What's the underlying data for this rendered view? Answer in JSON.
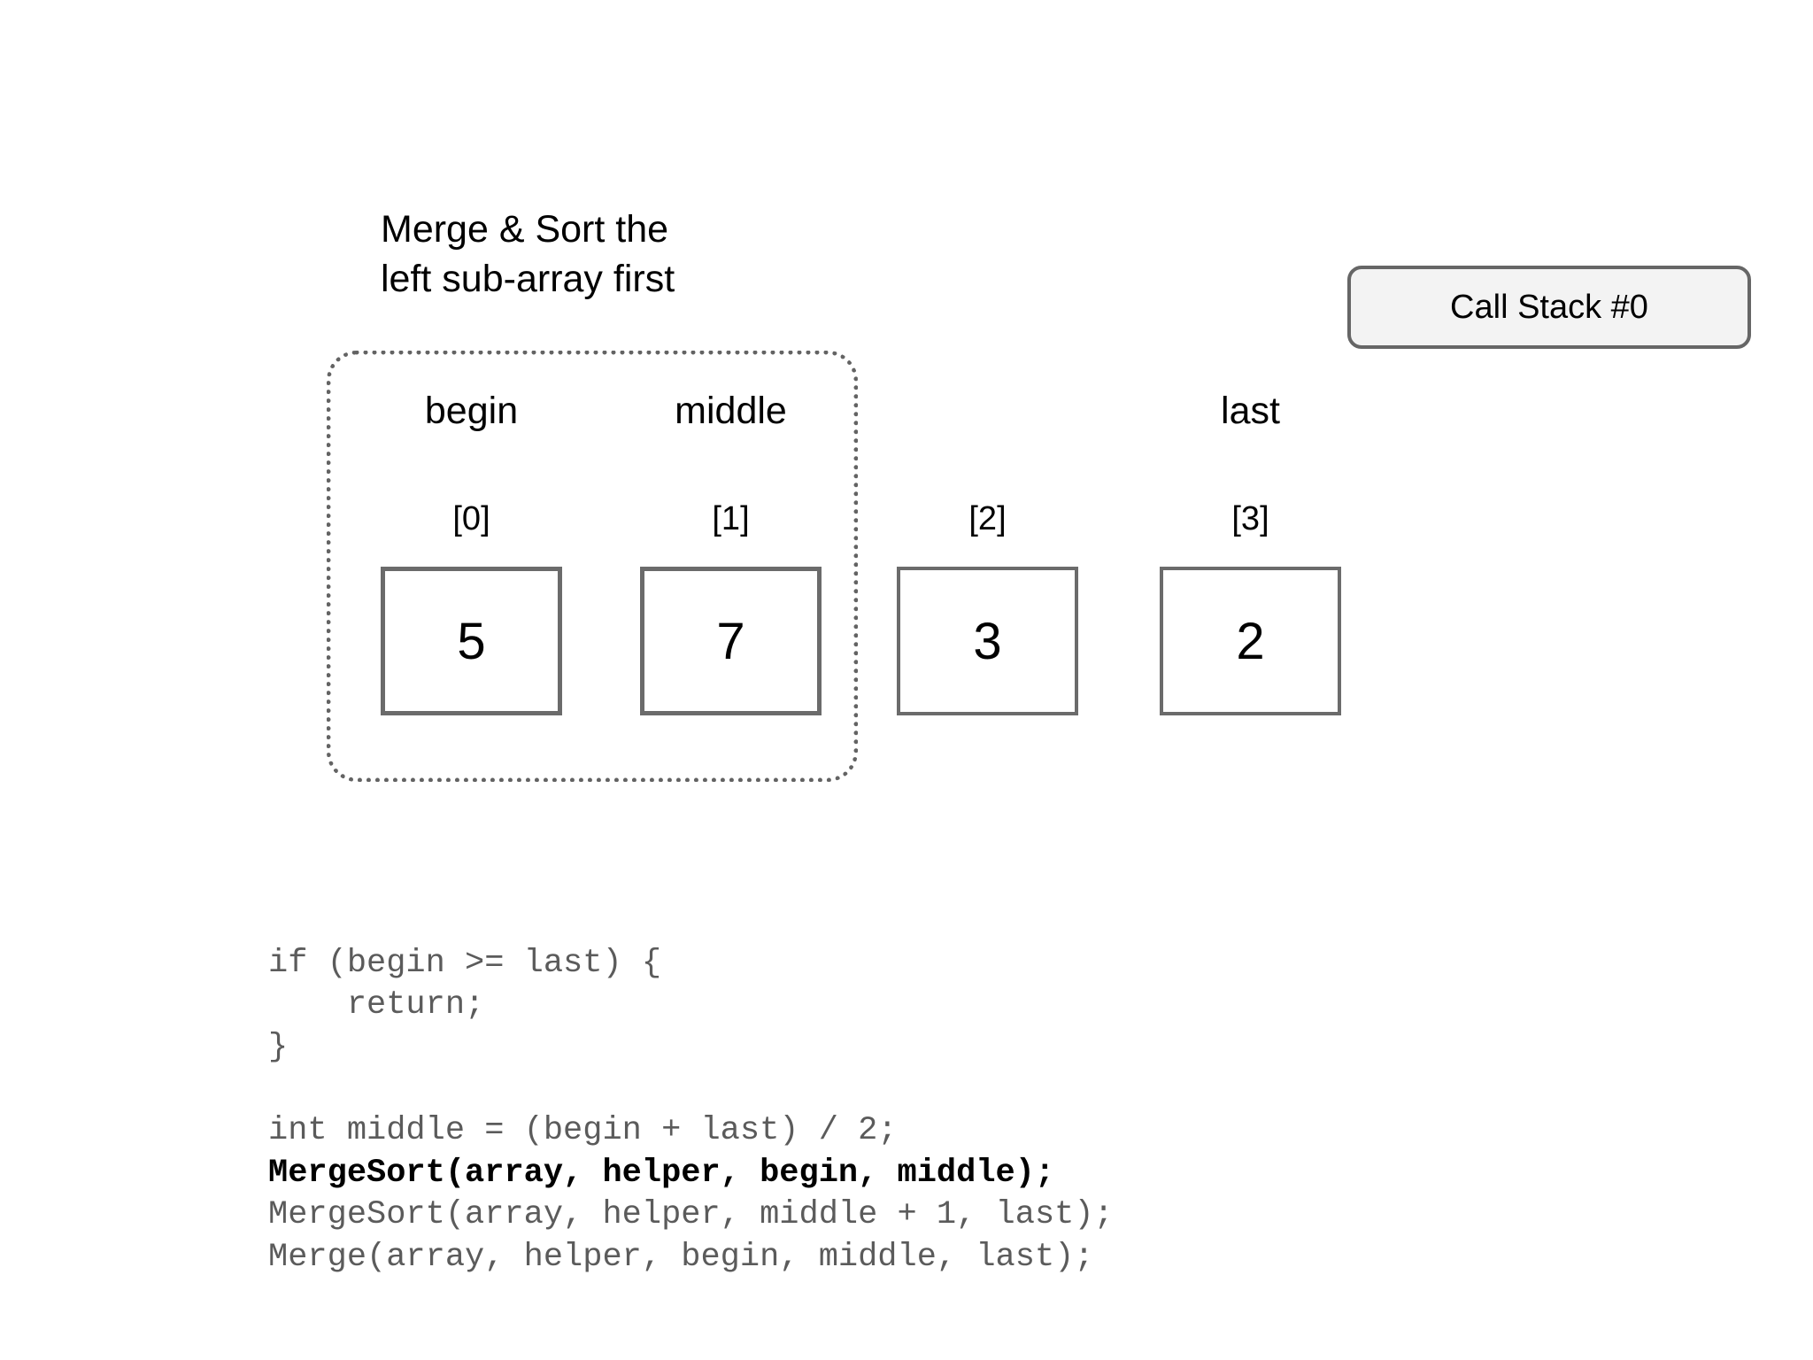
{
  "title": {
    "lines": [
      "Merge & Sort the",
      "left sub-array first"
    ]
  },
  "call_stack": {
    "label": "Call Stack #0"
  },
  "array": {
    "cells": [
      {
        "index_label": "[0]",
        "pointer_label": "begin",
        "value": "5"
      },
      {
        "index_label": "[1]",
        "pointer_label": "middle",
        "value": "7"
      },
      {
        "index_label": "[2]",
        "pointer_label": "",
        "value": "3"
      },
      {
        "index_label": "[3]",
        "pointer_label": "last",
        "value": "2"
      }
    ]
  },
  "code": {
    "lines": [
      {
        "text": "if (begin >= last) {",
        "highlight": false
      },
      {
        "text": "    return;",
        "highlight": false
      },
      {
        "text": "}",
        "highlight": false
      },
      {
        "text": " ",
        "highlight": false
      },
      {
        "text": "int middle = (begin + last) / 2;",
        "highlight": false
      },
      {
        "text": "MergeSort(array, helper, begin, middle);",
        "highlight": true
      },
      {
        "text": "MergeSort(array, helper, middle + 1, last);",
        "highlight": false
      },
      {
        "text": "Merge(array, helper, begin, middle, last);",
        "highlight": false
      }
    ]
  },
  "colors": {
    "box_border": "#6b6b6b",
    "badge_fill": "#f3f3f3",
    "badge_border": "#666666",
    "dotted_border": "#636363",
    "code_text": "#5b5b5b",
    "highlight_text": "#000000"
  }
}
